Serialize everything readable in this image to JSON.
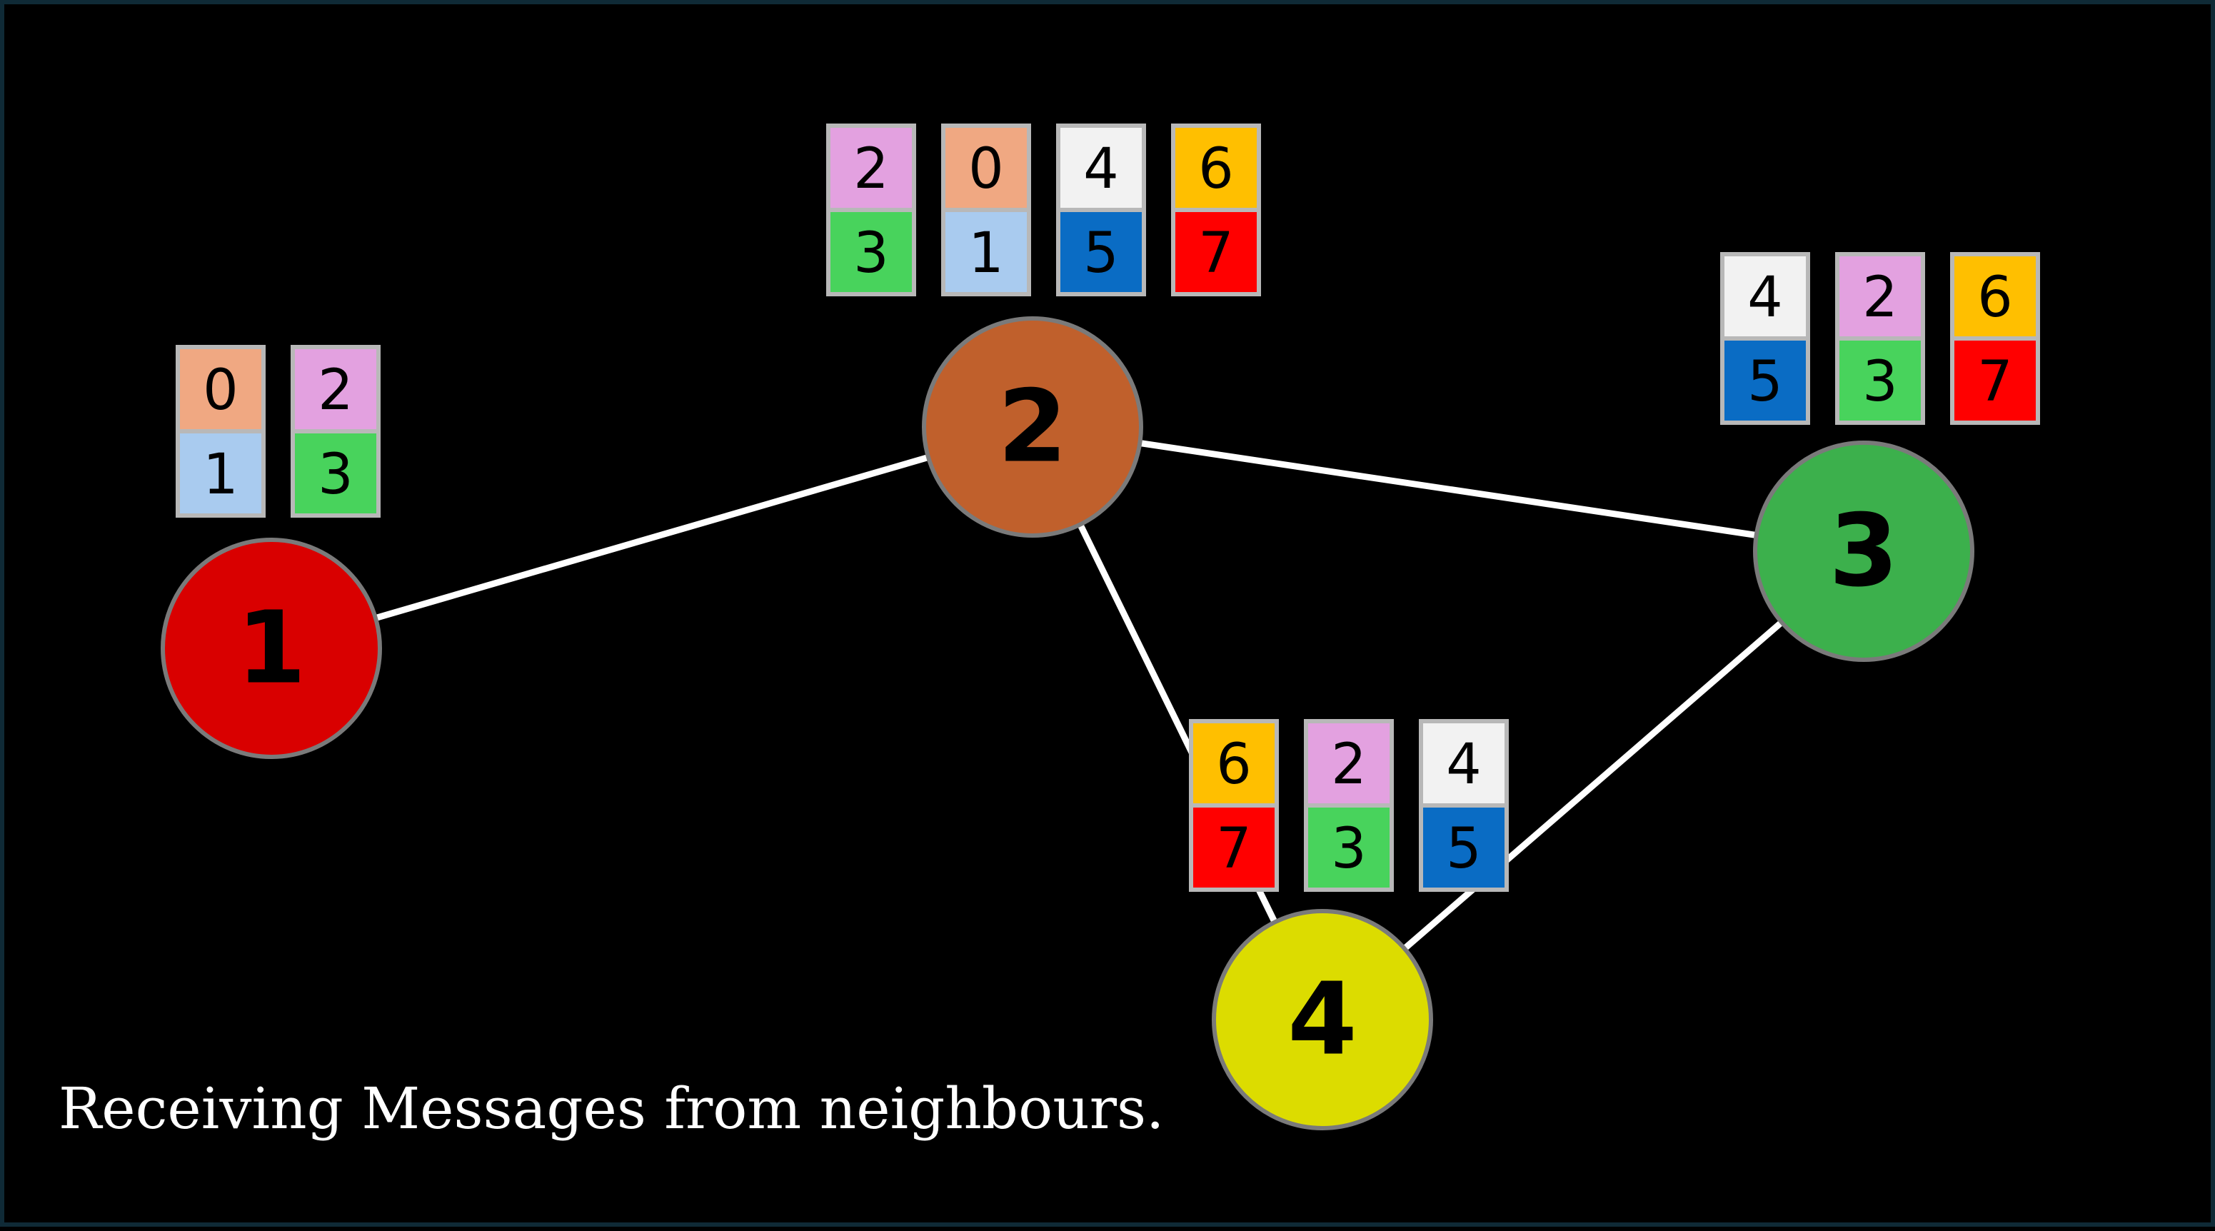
{
  "caption": "Receiving Messages from neighbours.",
  "colors": {
    "background": "#000000",
    "edge": "#ffffff",
    "node_border": "#7a7a7a",
    "msg_border": "#b8b8b8",
    "value_colors": {
      "0": "#f0a882",
      "1": "#a9cbef",
      "2": "#e3a1e0",
      "3": "#48d35c",
      "4": "#f2f2f2",
      "5": "#0a6cc4",
      "6": "#ffbf00",
      "7": "#ff0000"
    }
  },
  "nodes": [
    {
      "id": "1",
      "label": "1",
      "color": "#d90000"
    },
    {
      "id": "2",
      "label": "2",
      "color": "#c0602c"
    },
    {
      "id": "3",
      "label": "3",
      "color": "#3cb04c"
    },
    {
      "id": "4",
      "label": "4",
      "color": "#dcdc00"
    }
  ],
  "edges": [
    {
      "from": "1",
      "to": "2"
    },
    {
      "from": "2",
      "to": "3"
    },
    {
      "from": "2",
      "to": "4"
    },
    {
      "from": "3",
      "to": "4"
    }
  ],
  "messages": [
    {
      "node": "1",
      "pairs": [
        [
          "0",
          "1"
        ],
        [
          "2",
          "3"
        ]
      ]
    },
    {
      "node": "2",
      "pairs": [
        [
          "2",
          "3"
        ],
        [
          "0",
          "1"
        ],
        [
          "4",
          "5"
        ],
        [
          "6",
          "7"
        ]
      ]
    },
    {
      "node": "3",
      "pairs": [
        [
          "4",
          "5"
        ],
        [
          "2",
          "3"
        ],
        [
          "6",
          "7"
        ]
      ]
    },
    {
      "node": "4",
      "pairs": [
        [
          "6",
          "7"
        ],
        [
          "2",
          "3"
        ],
        [
          "4",
          "5"
        ]
      ]
    }
  ]
}
